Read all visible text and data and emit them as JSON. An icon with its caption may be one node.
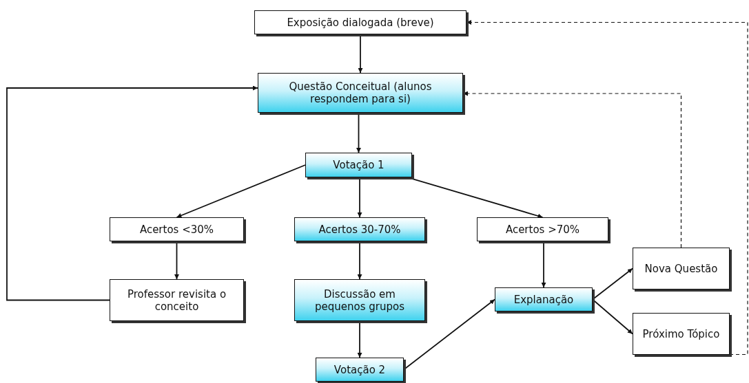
{
  "diagram": {
    "nodes": [
      {
        "text": [
          "Exposição dialogada (breve)"
        ]
      },
      {
        "text": [
          "Questão Conceitual (alunos respondem para si)"
        ]
      },
      {
        "text": [
          "Votação 1"
        ]
      },
      {
        "text": [
          "Acertos <30%"
        ]
      },
      {
        "text": [
          "Acertos 30-70%"
        ]
      },
      {
        "text": [
          "Acertos >70%"
        ]
      },
      {
        "text": [
          "Professor revisita o conceito"
        ]
      },
      {
        "text": [
          "Discussão em pequenos grupos"
        ]
      },
      {
        "text": [
          "Explanação"
        ]
      },
      {
        "text": [
          "Nova Questão"
        ]
      },
      {
        "text": [
          "Próximo Tópico"
        ]
      },
      {
        "text": [
          "Votação 2"
        ]
      }
    ],
    "edges": [
      {
        "from": 0,
        "to": 1,
        "arrow": "to"
      },
      {
        "from": 1,
        "to": 2,
        "arrow": "to"
      },
      {
        "from": 2,
        "to": 3,
        "arrow": "to"
      },
      {
        "from": 2,
        "to": 4,
        "arrow": "to"
      },
      {
        "from": 2,
        "to": 5,
        "arrow": "to"
      },
      {
        "from": 3,
        "to": 6,
        "arrow": "to"
      },
      {
        "from": 4,
        "to": 7,
        "arrow": "to"
      },
      {
        "from": 7,
        "to": 11,
        "arrow": "to"
      },
      {
        "from": 5,
        "to": 8,
        "arrow": "to"
      },
      {
        "from": 11,
        "to": 8,
        "arrow": "to"
      },
      {
        "from": 8,
        "to": 9,
        "arrow": "to"
      },
      {
        "from": 8,
        "to": 10,
        "arrow": "to"
      },
      {
        "from": 6,
        "to": 1,
        "arrow": "to"
      },
      {
        "from": 9,
        "to": 1,
        "arrow": "to",
        "style": "dashed"
      },
      {
        "from": 10,
        "to": 0,
        "arrow": "to",
        "style": "dashed"
      }
    ]
  }
}
